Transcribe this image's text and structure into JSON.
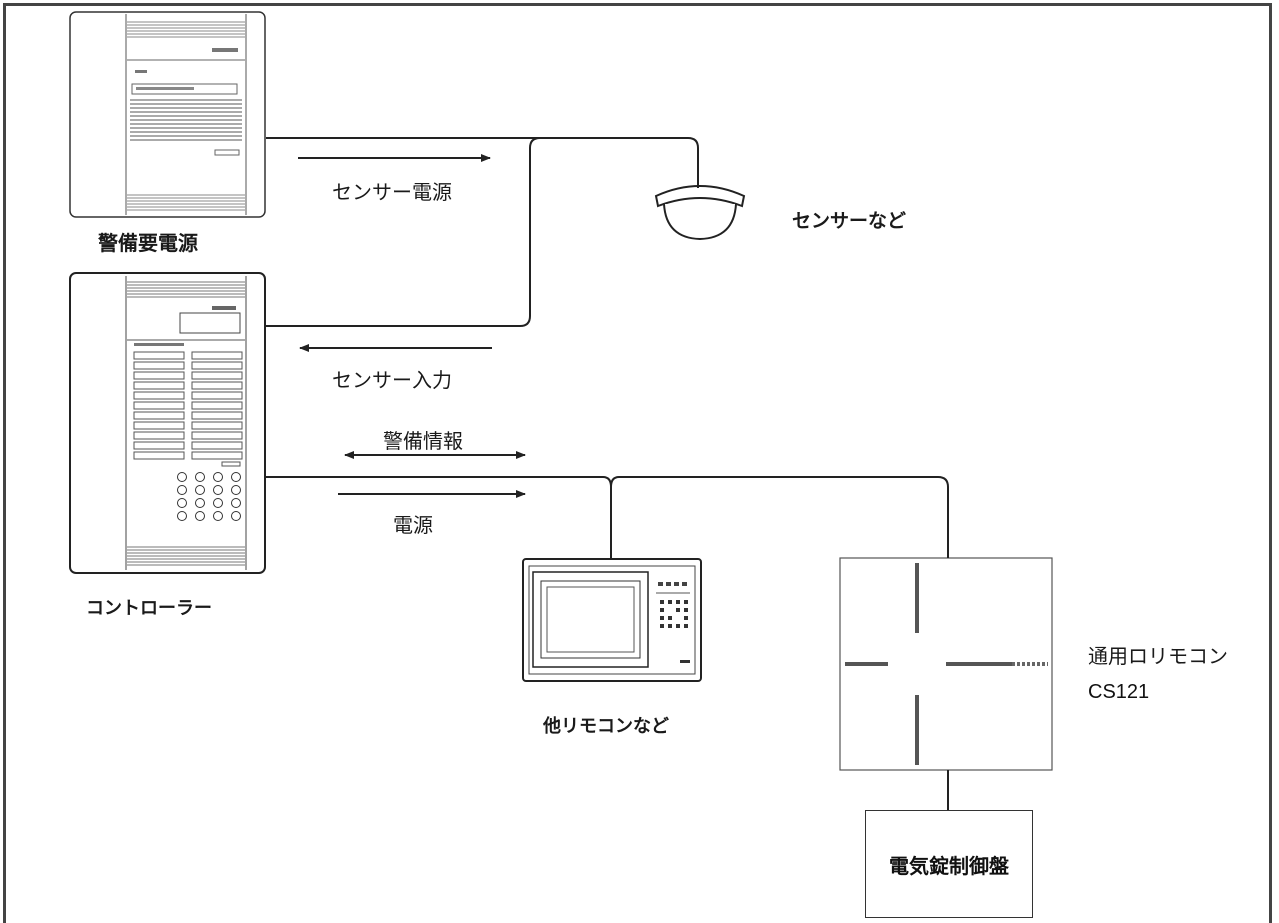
{
  "labels": {
    "power_supply": "警備要電源",
    "controller": "コントローラー",
    "sensor": "センサーなど",
    "other_remote": "他リモコンなど",
    "general_remote": "通用ロリモコン",
    "general_remote_model": "CS121",
    "lock_panel": "電気錠制御盤"
  },
  "arrows": {
    "sensor_power": "センサー電源",
    "sensor_input": "センサー入力",
    "security_info": "警備情報",
    "power": "電源"
  }
}
